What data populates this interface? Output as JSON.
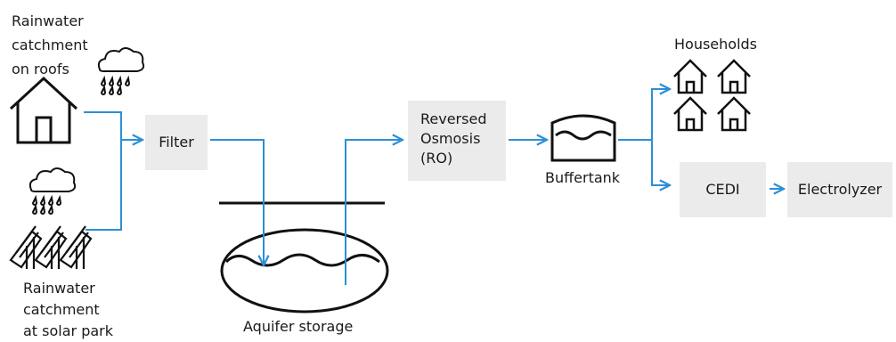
{
  "labels": {
    "roof_catchment": [
      "Rainwater",
      "catchment",
      "on roofs"
    ],
    "solar_catchment": [
      "Rainwater",
      "catchment",
      "at solar park"
    ],
    "aquifer": "Aquifer storage",
    "buffertank": "Buffertank",
    "households": "Households"
  },
  "boxes": {
    "filter": "Filter",
    "ro": [
      "Reversed",
      "Osmosis",
      "(RO)"
    ],
    "cedi": "CEDI",
    "electrolyzer": "Electrolyzer"
  },
  "colors": {
    "flow": "#2b8fd6",
    "box_fill": "#ebebeb",
    "stroke": "#111111"
  },
  "icons": [
    "house-icon",
    "rain-cloud-icon",
    "solar-panels-icon",
    "aquifer-icon",
    "tank-icon",
    "household-icons"
  ]
}
